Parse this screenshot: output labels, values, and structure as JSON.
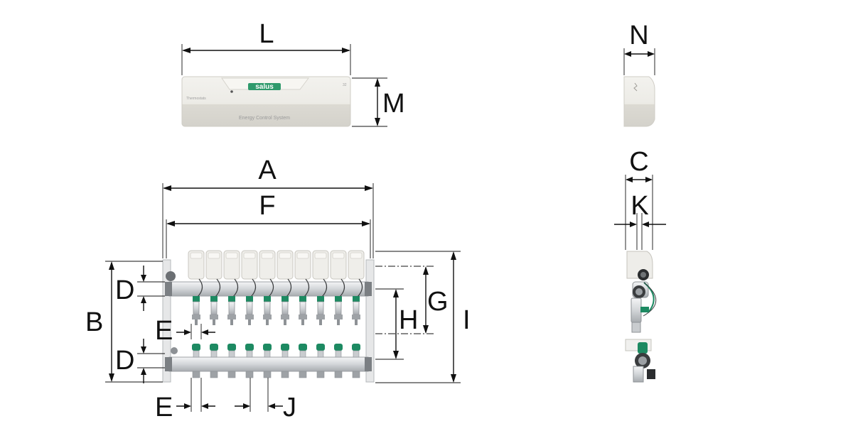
{
  "diagram": {
    "dimension_labels": {
      "L": "L",
      "M": "M",
      "N": "N",
      "A": "A",
      "F": "F",
      "B": "B",
      "D_top": "D",
      "D_bottom": "D",
      "E_mid": "E",
      "E_bottom": "E",
      "G": "G",
      "H": "H",
      "I": "I",
      "J": "J",
      "C": "C",
      "K": "K"
    },
    "controller": {
      "brand": "salus",
      "product_line": "Energy Control System",
      "model_text": "Thermostats",
      "zone_count_label": "32"
    },
    "manifold": {
      "zone_count": 10
    },
    "colors": {
      "line": "#111111",
      "housing": "#ecebe6",
      "housing_dark": "#d8d6cf",
      "brand_green": "#2f9a6c",
      "valve_green": "#1d8a62",
      "steel": "#c9cccf",
      "steel_dark": "#8e9296"
    }
  }
}
